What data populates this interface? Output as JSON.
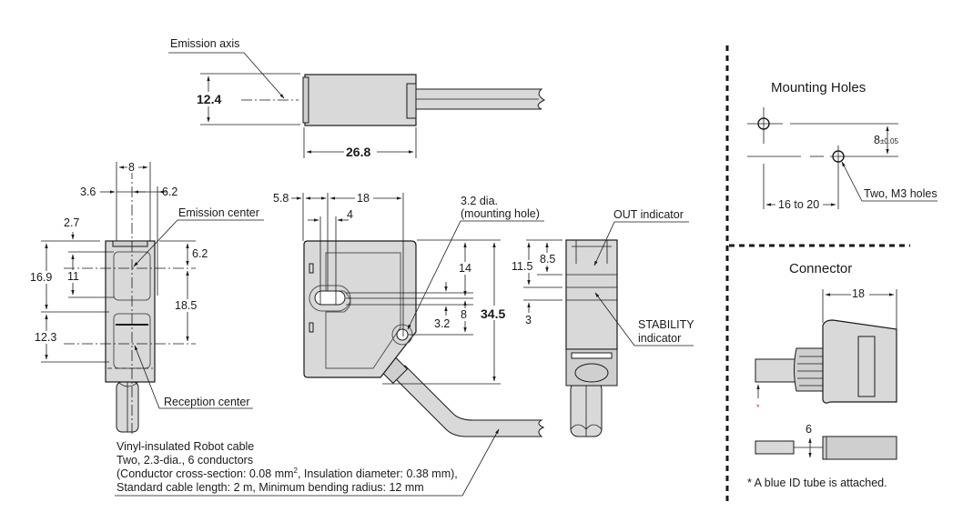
{
  "top_view": {
    "emission_axis_label": "Emission axis",
    "height_dim": "12.4",
    "width_dim": "26.8"
  },
  "front_view": {
    "width_dim": "8",
    "left_offset_dim": "3.6",
    "right_offset_dim": "6.2",
    "top_offset_dim": "2.7",
    "inner_height_dim": "11",
    "upper_height_dim": "16.9",
    "lower_height_dim": "12.3",
    "emission_top_dim": "6.2",
    "center_spacing_dim": "18.5",
    "emission_center_label": "Emission center",
    "reception_center_label": "Reception center"
  },
  "side_view": {
    "left_dim": "5.8",
    "width_dim": "18",
    "slot_dim": "4",
    "hole_label_line1": "3.2 dia.",
    "hole_label_line2": "(mounting hole)",
    "top_to_slot_dim": "14",
    "slot_to_hole_dim": "8",
    "slot_width_dim": "3.2",
    "total_height_dim": "34.5"
  },
  "back_view": {
    "out_indicator_label": "OUT indicator",
    "stability_label_line1": "STABILITY",
    "stability_label_line2": "indicator",
    "dim_11_5": "11.5",
    "dim_8_5": "8.5",
    "dim_3": "3"
  },
  "cable_note": {
    "line1": "Vinyl-insulated Robot cable",
    "line2": "Two, 2.3-dia., 6 conductors",
    "line3_a": "(Conductor cross-section: 0.08 mm",
    "line3_sup": "2",
    "line3_b": ", Insulation diameter: 0.38 mm),",
    "line4": "Standard cable length: 2 m, Minimum bending radius: 12 mm"
  },
  "mounting_holes": {
    "title": "Mounting Holes",
    "vertical_dim": "8",
    "vertical_tol": "±0.05",
    "horizontal_dim": "16 to 20",
    "hole_label": "Two, M3 holes"
  },
  "connector": {
    "title": "Connector",
    "width_dim": "18",
    "height_dim": "6",
    "asterisk": "*",
    "note": "* A blue ID tube is attached.",
    "asterisk_color": "#c0392b"
  }
}
